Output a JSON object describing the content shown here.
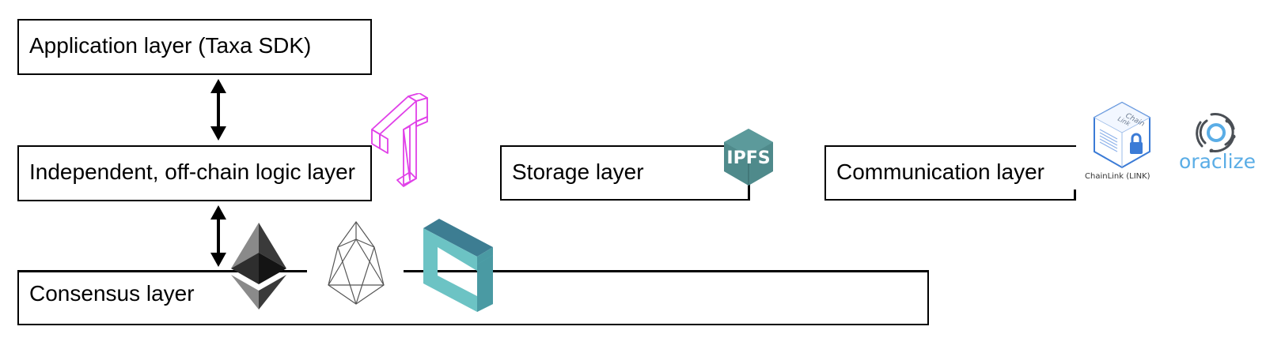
{
  "diagram": {
    "layers": {
      "application": {
        "label": "Application layer (Taxa SDK)"
      },
      "logic": {
        "label": "Independent, off-chain logic layer"
      },
      "storage": {
        "label": "Storage layer"
      },
      "communication": {
        "label": "Communication layer"
      },
      "consensus": {
        "label": "Consensus layer"
      }
    },
    "logos": {
      "taxa": {
        "icon": "taxa-logo-icon",
        "color": "#e040e8"
      },
      "ipfs": {
        "icon": "ipfs-logo-icon",
        "text": "IPFS",
        "color": "#4f8a8b"
      },
      "chainlink": {
        "icon": "chainlink-logo-icon",
        "cube_text_1": "Chain",
        "cube_text_2": "Link",
        "caption": "ChainLink (LINK)",
        "color": "#3b7bd6"
      },
      "oraclize": {
        "icon": "oraclize-logo-icon",
        "text": "oraclize",
        "color": "#5aade6"
      },
      "ethereum": {
        "icon": "ethereum-logo-icon"
      },
      "eos": {
        "icon": "eos-logo-icon"
      },
      "zilliqa": {
        "icon": "zilliqa-logo-icon",
        "color": "#6cc3c4"
      }
    },
    "connectors": [
      {
        "from": "application",
        "to": "logic",
        "type": "bidirectional-arrow"
      },
      {
        "from": "logic",
        "to": "consensus",
        "type": "bidirectional-arrow"
      }
    ]
  }
}
